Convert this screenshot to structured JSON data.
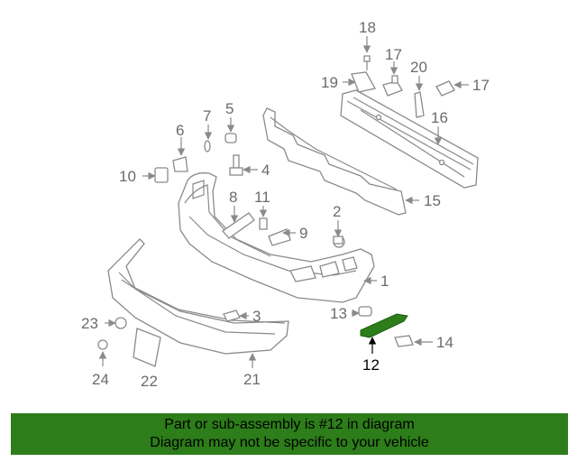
{
  "diagram": {
    "labels": {
      "l1": "1",
      "l2": "2",
      "l3": "3",
      "l4": "4",
      "l5": "5",
      "l6": "6",
      "l7": "7",
      "l8": "8",
      "l9": "9",
      "l10": "10",
      "l11": "11",
      "l12": "12",
      "l13": "13",
      "l14": "14",
      "l15": "15",
      "l16": "16",
      "l17a": "17",
      "l17b": "17",
      "l18": "18",
      "l19": "19",
      "l20": "20",
      "l21": "21",
      "l22": "22",
      "l23": "23",
      "l24": "24"
    },
    "highlight_color": "#2d7d1a"
  },
  "banner": {
    "line1": "Part or sub-assembly is #12 in diagram",
    "line2": "Diagram may not be specific to your vehicle",
    "color": "#2d7d1a"
  }
}
